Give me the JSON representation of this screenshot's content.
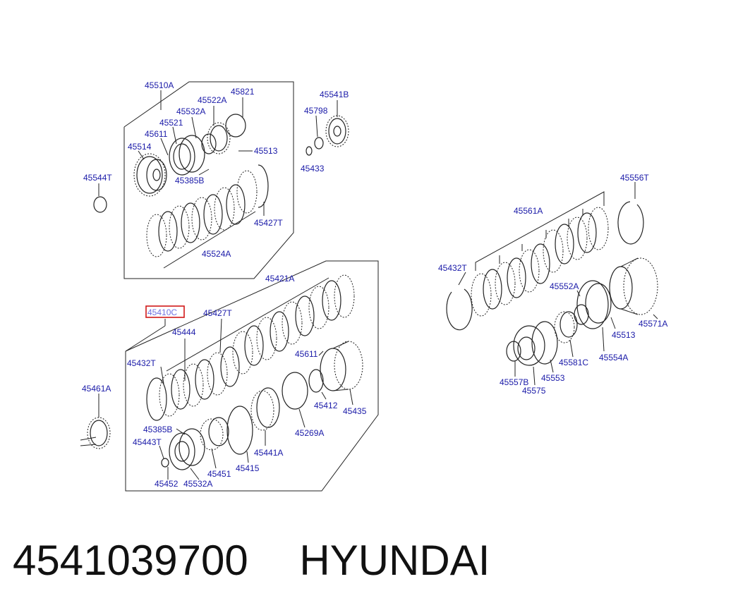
{
  "callouts": {
    "c45510A": "45510A",
    "c45821": "45821",
    "c45522A": "45522A",
    "c45532A_top": "45532A",
    "c45521": "45521",
    "c45611_top": "45611",
    "c45514": "45514",
    "c45513_top": "45513",
    "c45385B_top": "45385B",
    "c45544T": "45544T",
    "c45427T_top": "45427T",
    "c45524A": "45524A",
    "c45541B": "45541B",
    "c45798": "45798",
    "c45433": "45433",
    "c45421A": "45421A",
    "c45410C": "45410C",
    "c45427T_mid": "45427T",
    "c45444": "45444",
    "c45432T_mid": "45432T",
    "c45611_mid": "45611",
    "c45461A": "45461A",
    "c45412": "45412",
    "c45435": "45435",
    "c45385B_mid": "45385B",
    "c45269A": "45269A",
    "c45443T": "45443T",
    "c45441A": "45441A",
    "c45415": "45415",
    "c45451": "45451",
    "c45452": "45452",
    "c45532A_bot": "45532A",
    "c45556T": "45556T",
    "c45561A": "45561A",
    "c45432T_right": "45432T",
    "c45552A": "45552A",
    "c45513_right": "45513",
    "c45571A": "45571A",
    "c45554A": "45554A",
    "c45581C": "45581C",
    "c45557B": "45557B",
    "c45553": "45553",
    "c45575": "45575"
  },
  "caption": {
    "part_number": "4541039700",
    "brand": "HYUNDAI"
  },
  "colors": {
    "callout": "#1a1aa8",
    "highlight_box": "#d01818",
    "line": "#222222"
  }
}
